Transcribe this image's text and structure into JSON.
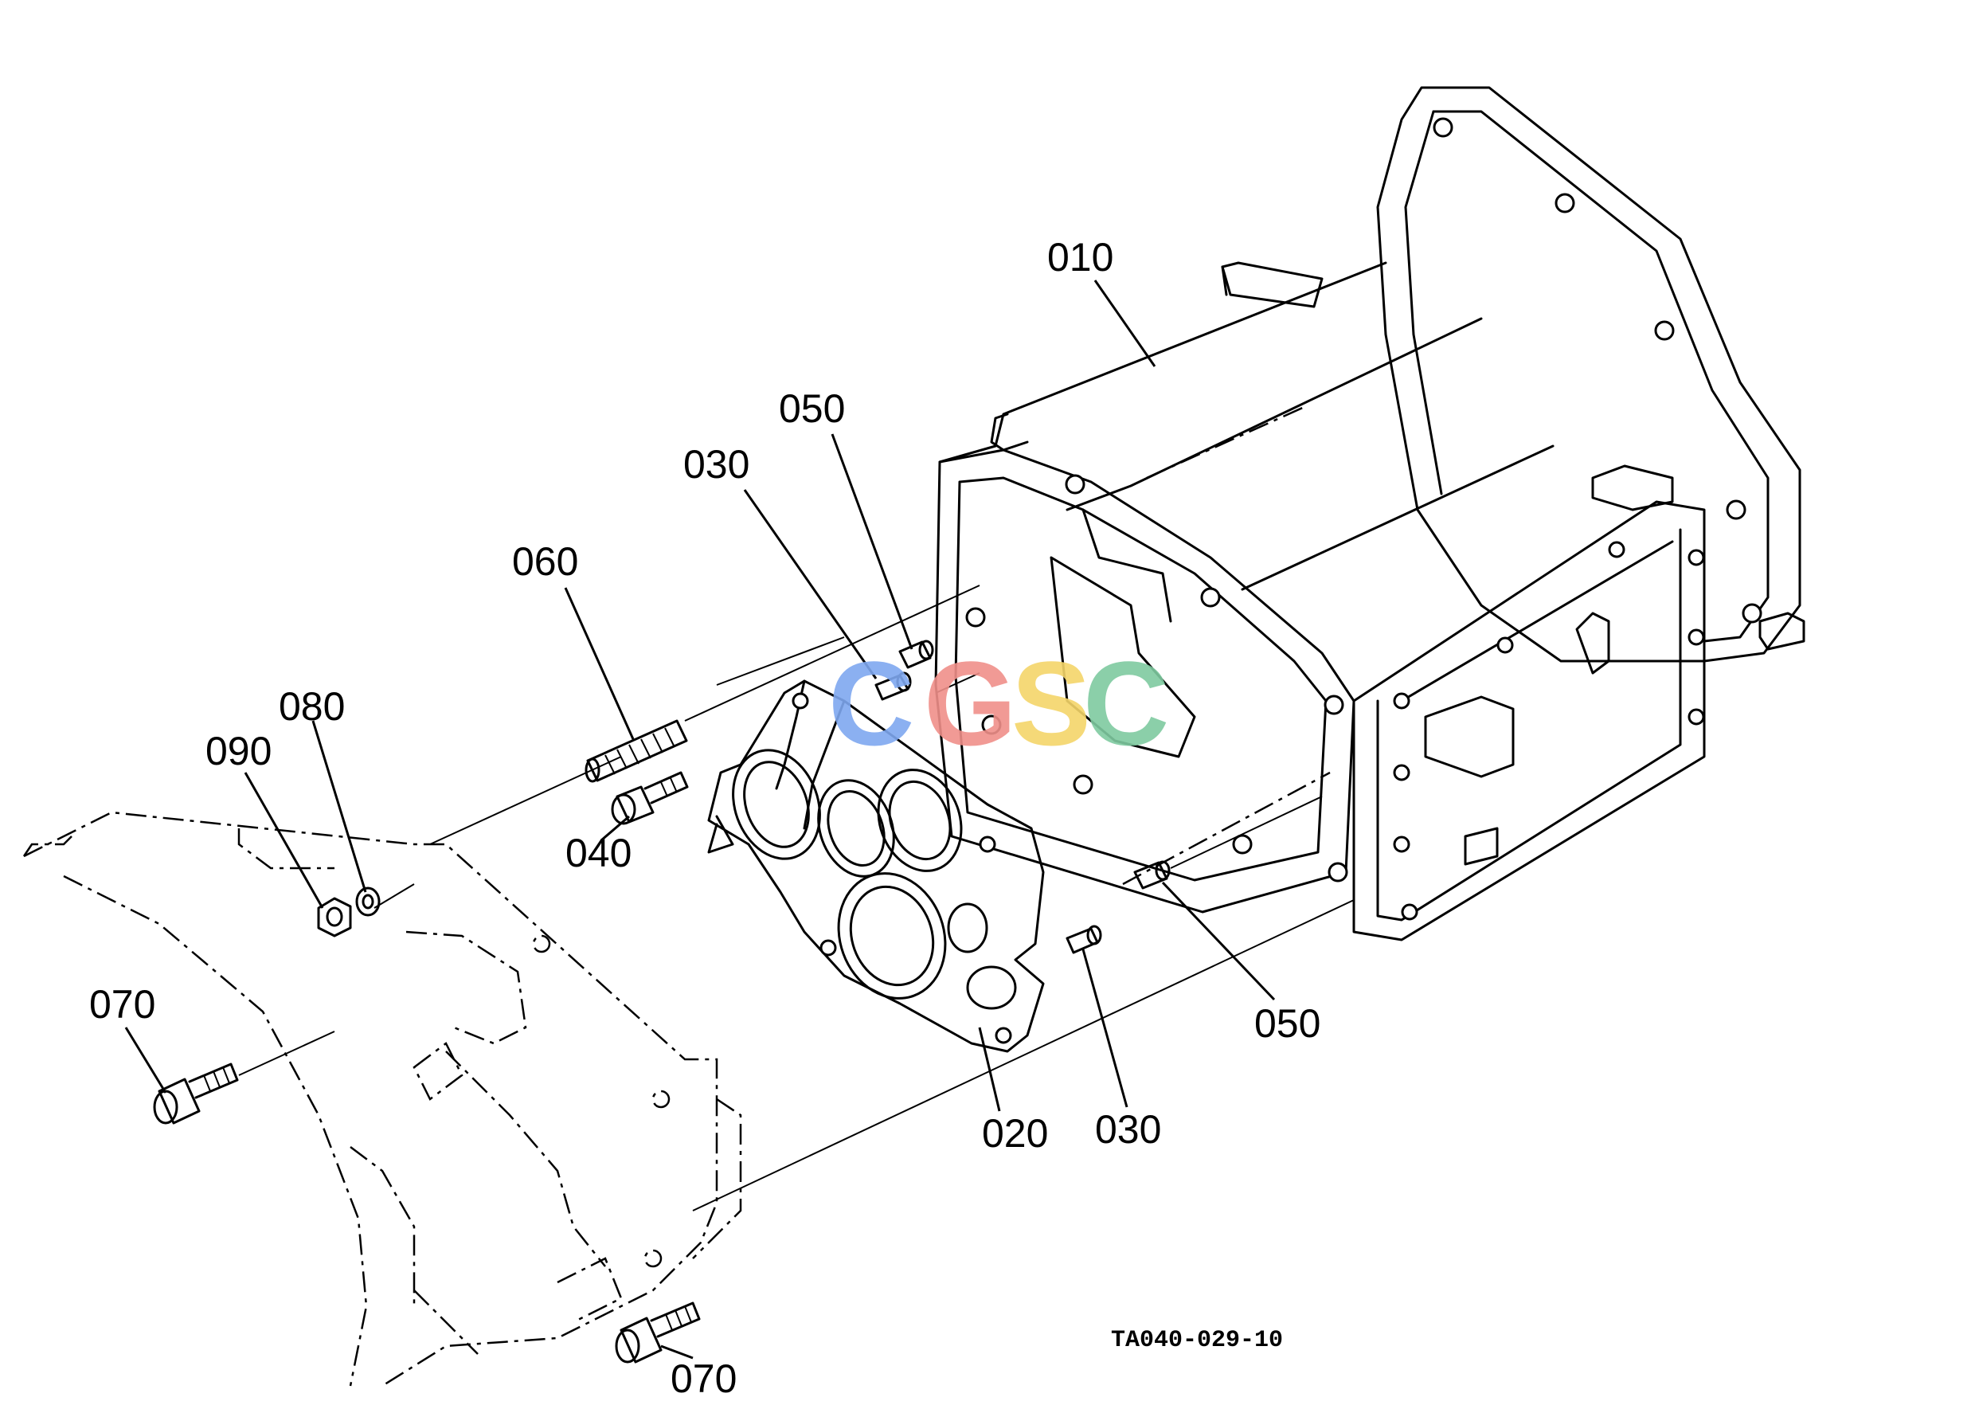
{
  "diagram": {
    "callouts": {
      "c010": "010",
      "c020": "020",
      "c030a": "030",
      "c030b": "030",
      "c040": "040",
      "c050a": "050",
      "c050b": "050",
      "c060": "060",
      "c070a": "070",
      "c070b": "070",
      "c080": "080",
      "c090": "090"
    },
    "drawing_code": "TA040-029-10",
    "watermark": {
      "letters": [
        "C",
        "G",
        "S",
        "C"
      ],
      "colors": [
        "#7fa8f0",
        "#f0908a",
        "#f4d56a",
        "#7fcaa0"
      ]
    }
  }
}
